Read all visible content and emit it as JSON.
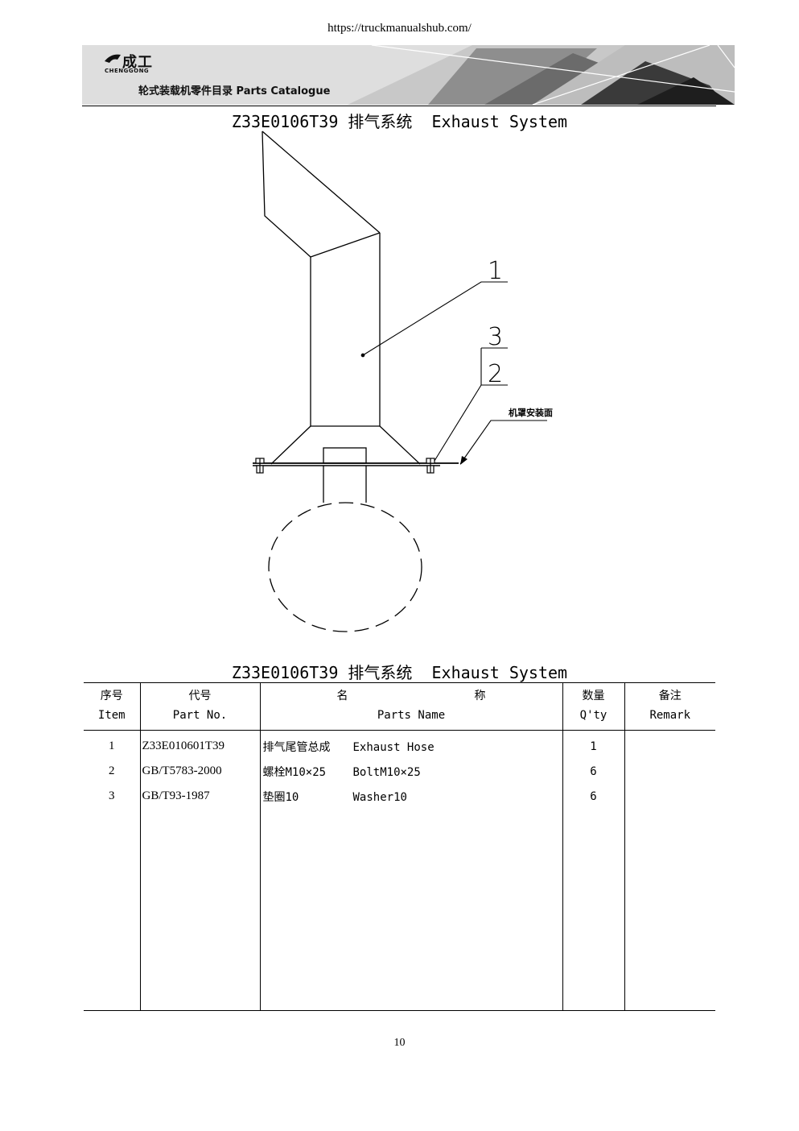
{
  "page": {
    "url": "https://truckmanualshub.com/",
    "page_number": "10"
  },
  "header": {
    "brand_cn": "成工",
    "brand_en": "CHENGGONG",
    "catalog_title": "轮式装载机零件目录  Parts Catalogue"
  },
  "drawing": {
    "title": "Z33E0106T39 排气系统  Exhaust System",
    "callouts": [
      "1",
      "3",
      "2"
    ],
    "surface_note": "机罩安装面"
  },
  "table": {
    "title": "Z33E0106T39 排气系统  Exhaust System",
    "headers": {
      "item_cn": "序号",
      "item_en": "Item",
      "part_cn": "代号",
      "part_en": "Part No.",
      "name_cn_left": "名",
      "name_cn_right": "称",
      "name_en": "Parts Name",
      "qty_cn": "数量",
      "qty_en": "Q'ty",
      "remark_cn": "备注",
      "remark_en": "Remark"
    },
    "rows": [
      {
        "item": "1",
        "part_no": "Z33E010601T39",
        "name_cn": "排气尾管总成",
        "name_en": "Exhaust Hose",
        "qty": "1",
        "remark": ""
      },
      {
        "item": "2",
        "part_no": "GB/T5783-2000",
        "name_cn": "螺栓M10×25",
        "name_en": "BoltM10×25",
        "qty": "6",
        "remark": ""
      },
      {
        "item": "3",
        "part_no": "GB/T93-1987",
        "name_cn": "垫圈10",
        "name_en": "Washer10",
        "qty": "6",
        "remark": ""
      }
    ]
  }
}
